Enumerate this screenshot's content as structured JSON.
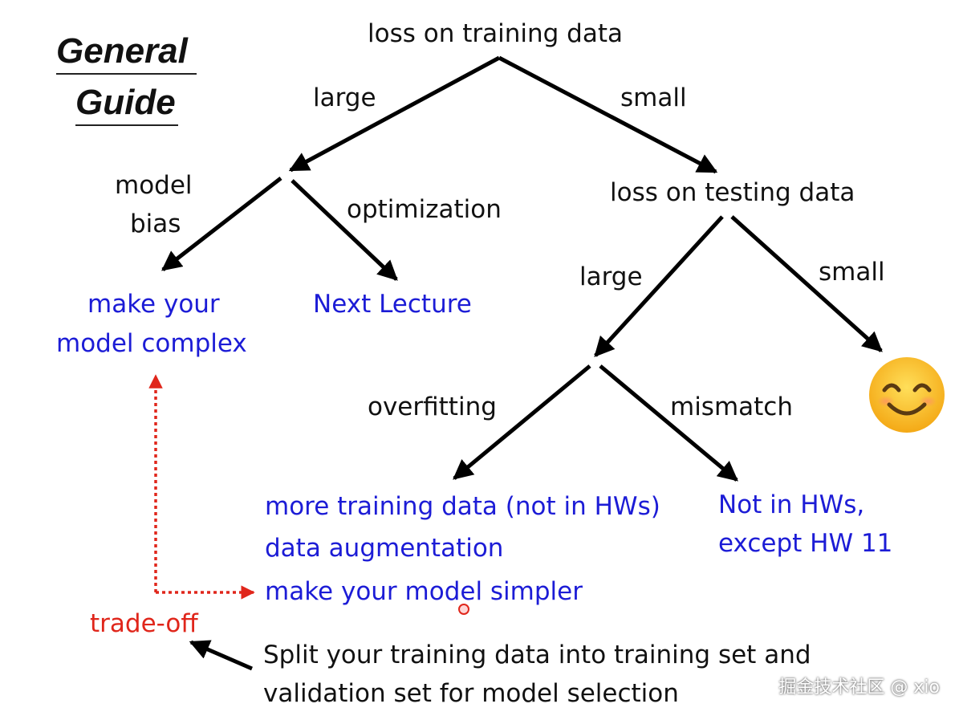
{
  "title": {
    "line1": "General",
    "line2": "Guide"
  },
  "root": "loss on training data",
  "branch_large": "large",
  "branch_small": "small",
  "model_bias": {
    "line1": "model",
    "line2": "bias"
  },
  "optimization": "optimization",
  "make_complex": {
    "line1": "make your",
    "line2": "model complex"
  },
  "next_lecture": "Next Lecture",
  "testing_loss": "loss on testing data",
  "testing_large": "large",
  "testing_small": "small",
  "overfitting": "overfitting",
  "mismatch": "mismatch",
  "overfit_fixes": {
    "line1": "more training data (not in HWs)",
    "line2": "data augmentation",
    "line3": "make your model simpler"
  },
  "mismatch_note": {
    "line1": "Not in HWs,",
    "line2": "except HW 11"
  },
  "tradeoff": "trade-off",
  "split_note": {
    "line1": "Split your training data into training set and",
    "line2": "validation set for model selection"
  },
  "watermark": "掘金技术社区 @ xio",
  "emoji": "smiling-face",
  "colors": {
    "blue": "#1c1cd6",
    "red": "#e0261b",
    "emoji": "#ffc629"
  }
}
